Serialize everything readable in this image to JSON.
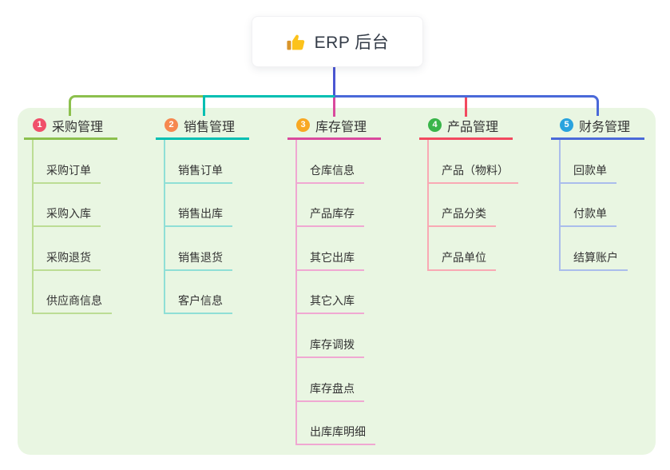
{
  "root": {
    "icon": "thumbs-up",
    "title": "ERP 后台"
  },
  "colors": {
    "panel_bg": "#e9f6e2",
    "trunk": "#4b56d3",
    "text": "#333333",
    "root_text": "#333b47",
    "thumb_hand": "#fcc21b",
    "thumb_cuff": "#d9952b"
  },
  "branches": [
    {
      "num": "1",
      "title": "采购管理",
      "badge_color": "#f0506a",
      "line_color": "#8cc04d",
      "child_line_color": "#bcdd94",
      "items": [
        "采购订单",
        "采购入库",
        "采购退货",
        "供应商信息"
      ]
    },
    {
      "num": "2",
      "title": "销售管理",
      "badge_color": "#f6884f",
      "line_color": "#00bfb2",
      "child_line_color": "#8fdfd6",
      "items": [
        "销售订单",
        "销售出库",
        "销售退货",
        "客户信息"
      ]
    },
    {
      "num": "3",
      "title": "库存管理",
      "badge_color": "#f8a823",
      "line_color": "#d9499d",
      "child_line_color": "#f0a8d2",
      "items": [
        "仓库信息",
        "产品库存",
        "其它出库",
        "其它入库",
        "库存调拨",
        "库存盘点",
        "出库库明细"
      ]
    },
    {
      "num": "4",
      "title": "产品管理",
      "badge_color": "#39b54a",
      "line_color": "#f2495f",
      "child_line_color": "#f9a9b4",
      "items": [
        "产品（物料）",
        "产品分类",
        "产品单位"
      ]
    },
    {
      "num": "5",
      "title": "财务管理",
      "badge_color": "#29a3de",
      "line_color": "#4a69d9",
      "child_line_color": "#aabdec",
      "items": [
        "回款单",
        "付款单",
        "结算账户"
      ]
    }
  ]
}
